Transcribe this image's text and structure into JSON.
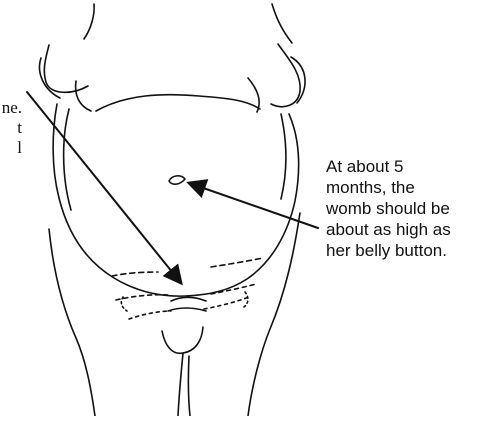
{
  "diagram": {
    "left_label_lines": [
      "ne.",
      "t",
      "l"
    ],
    "right_label_lines": [
      "At about 5",
      "months, the",
      "womb should be",
      "about as high as",
      "her belly button."
    ],
    "colors": {
      "ink": "#111111",
      "background": "#ffffff"
    },
    "icons": [
      "pregnant-belly-drawing",
      "arrow-icon"
    ]
  }
}
